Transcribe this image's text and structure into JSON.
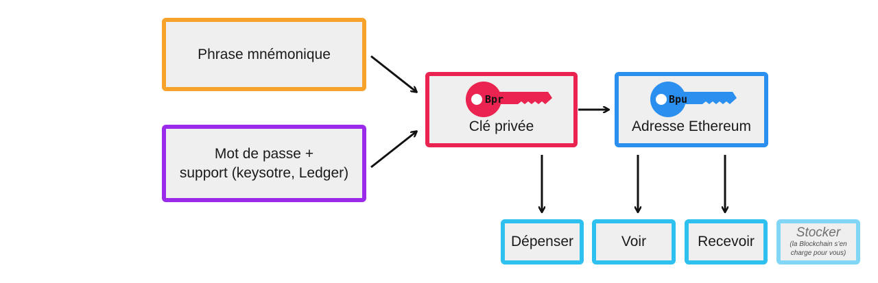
{
  "boxes": {
    "phrase": "Phrase mnémonique",
    "password_line1": "Mot de passe +",
    "password_line2": "support (keysotre, Ledger)",
    "private_key": "Clé privée",
    "address": "Adresse Ethereum",
    "spend": "Dépenser",
    "view": "Voir",
    "receive": "Recevoir",
    "store_title": "Stocker",
    "store_note_line1": "(la Blockchain s’en",
    "store_note_line2": "charge pour vous)"
  },
  "keys": {
    "private_key_label": "Bpr",
    "public_key_label": "Bpu",
    "private_key_icon": "key-icon",
    "public_key_icon": "key-icon"
  },
  "colors": {
    "phrase_border": "#f7a22b",
    "password_border": "#9a2bea",
    "private_key": "#ea2350",
    "public_key": "#2b8ff0",
    "action_border": "#2ec0ef",
    "store_border": "#80d6f4"
  }
}
